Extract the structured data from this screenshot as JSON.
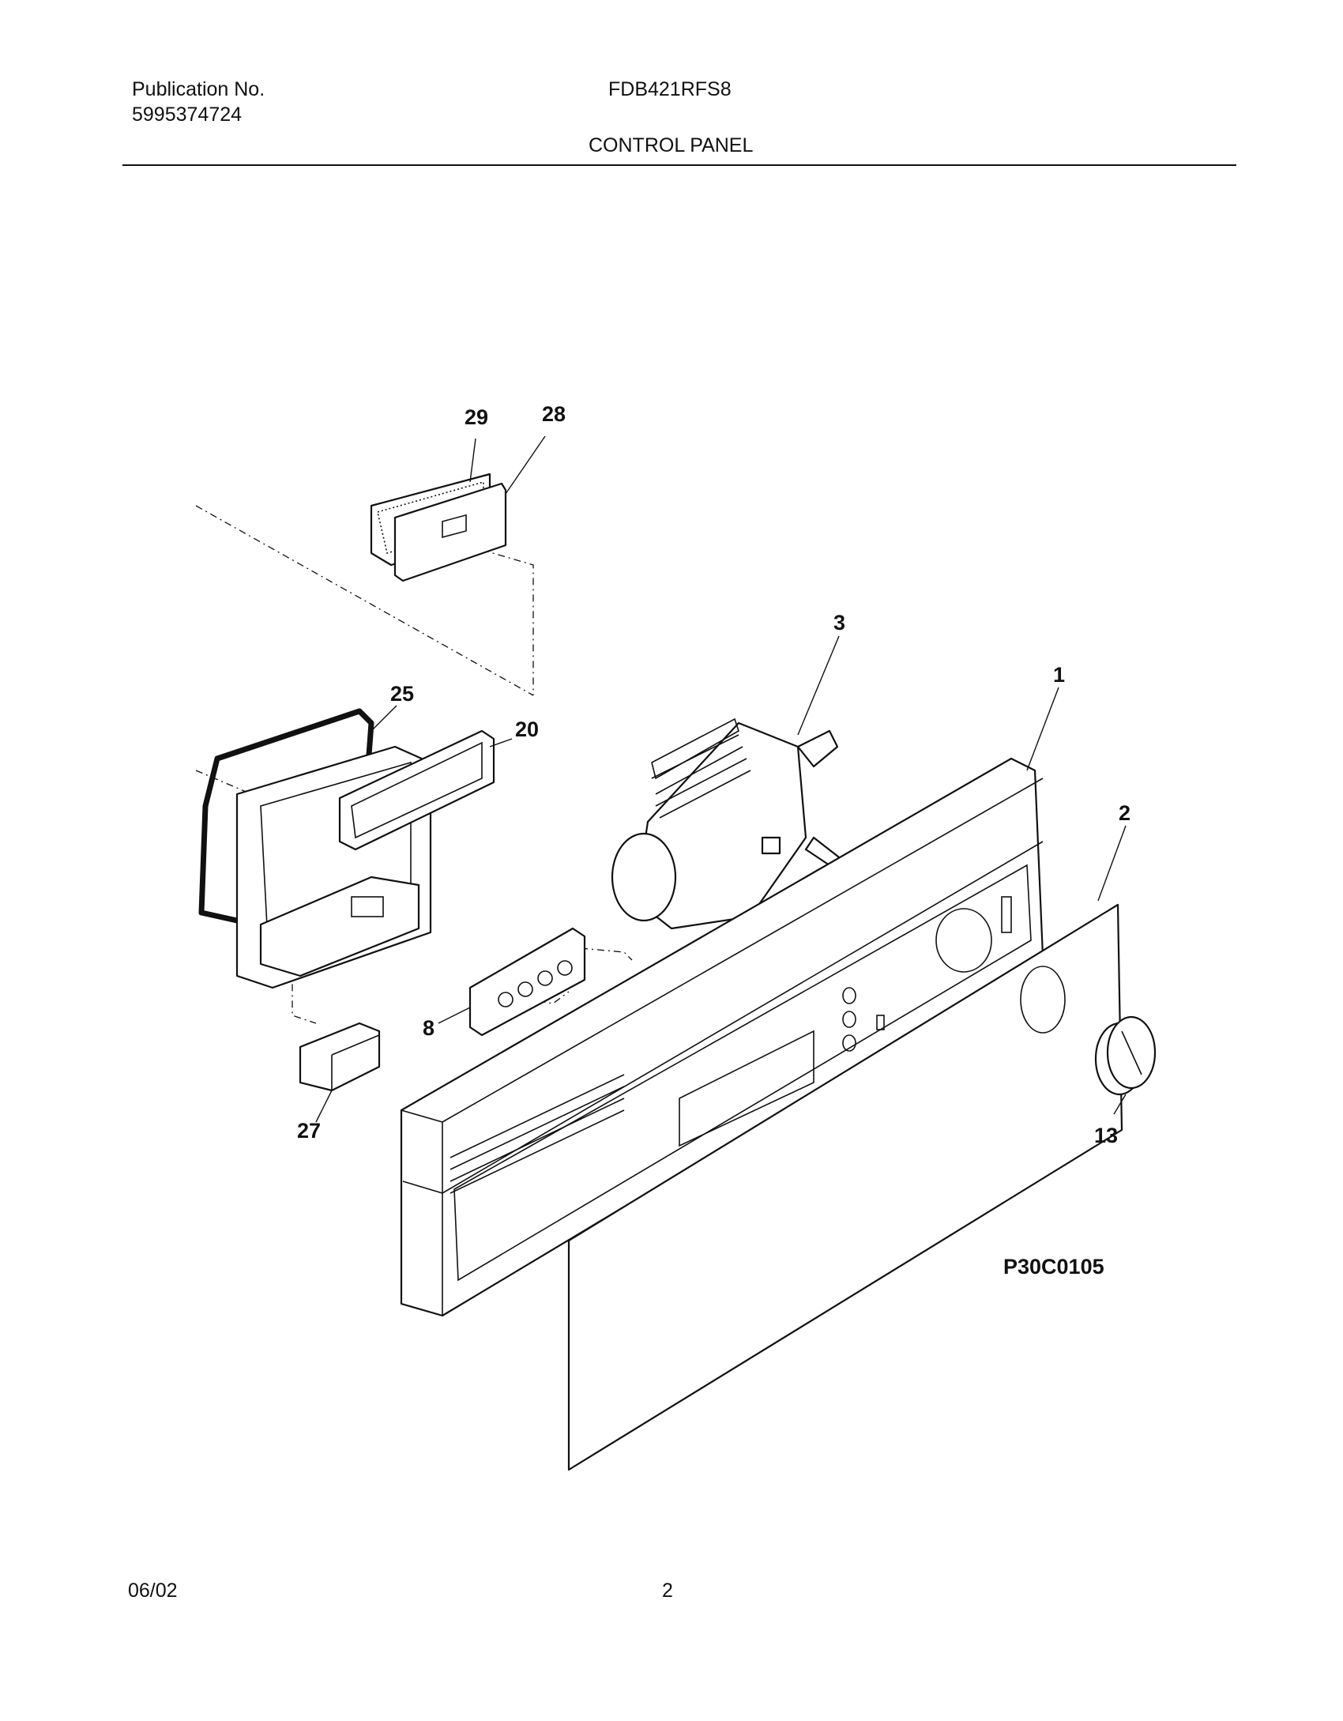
{
  "header": {
    "publication_label": "Publication No.",
    "publication_number": "5995374724",
    "model": "FDB421RFS8",
    "section_title": "CONTROL PANEL"
  },
  "diagram": {
    "figure_code": "P30C0105",
    "callouts": [
      "29",
      "28",
      "3",
      "1",
      "25",
      "20",
      "2",
      "8",
      "27",
      "13"
    ]
  },
  "footer": {
    "date": "06/02",
    "page_number": "2"
  }
}
